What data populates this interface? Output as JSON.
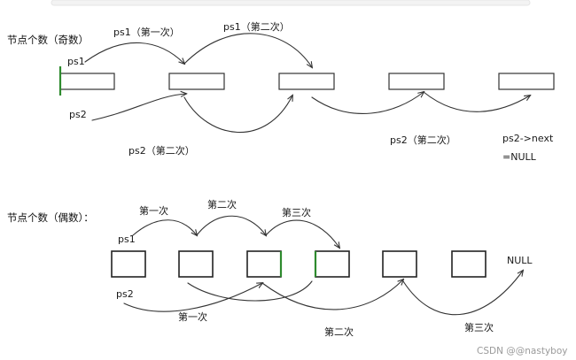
{
  "odd": {
    "heading": "节点个数（奇数）",
    "ps1_pointer": "ps1",
    "ps2_pointer": "ps2",
    "ps1_first": "ps1（第一次）",
    "ps1_second": "ps1（第二次）",
    "ps2_second_left": "ps2（第二次）",
    "ps2_second_right": "ps2（第二次）",
    "end_note_line1": "ps2->next",
    "end_note_line2": "=NULL"
  },
  "even": {
    "heading": "节点个数（偶数）：",
    "ps1_pointer": "ps1",
    "ps2_pointer": "ps2",
    "top_first": "第一次",
    "top_second": "第二次",
    "top_third": "第三次",
    "bottom_first": "第一次",
    "bottom_second": "第二次",
    "bottom_third": "第三次",
    "null_label": "NULL"
  },
  "watermark": "CSDN @@nastyboy",
  "colors": {
    "highlight": "#2e8b2e",
    "line": "#333333"
  }
}
